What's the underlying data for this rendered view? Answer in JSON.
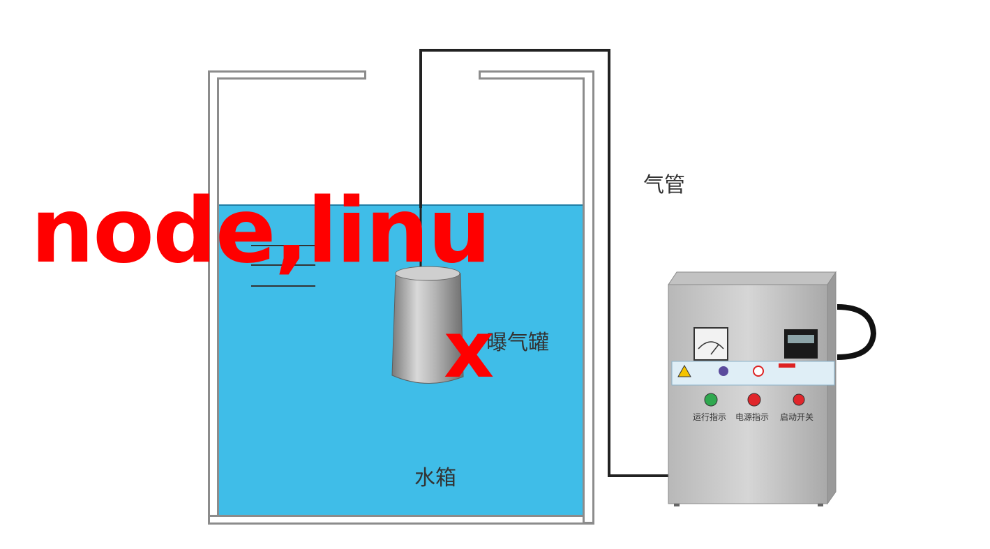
{
  "labels": {
    "air_pipe": "气管",
    "aeration_tank": "曝气罐",
    "water_tank": "水箱"
  },
  "controller": {
    "buttons": [
      {
        "label": "运行指示",
        "color": "#2fa84f"
      },
      {
        "label": "电源指示",
        "color": "#e0262b"
      },
      {
        "label": "启动开关",
        "color": "#e0262b"
      }
    ]
  },
  "overlay": {
    "line1": "node,linu",
    "line2": "x",
    "color": "#ff0000"
  },
  "colors": {
    "water": "#3fbde8",
    "tank_wall": "#8c8c8c",
    "pipe": "#222222",
    "steel": "#c9c9c9"
  }
}
